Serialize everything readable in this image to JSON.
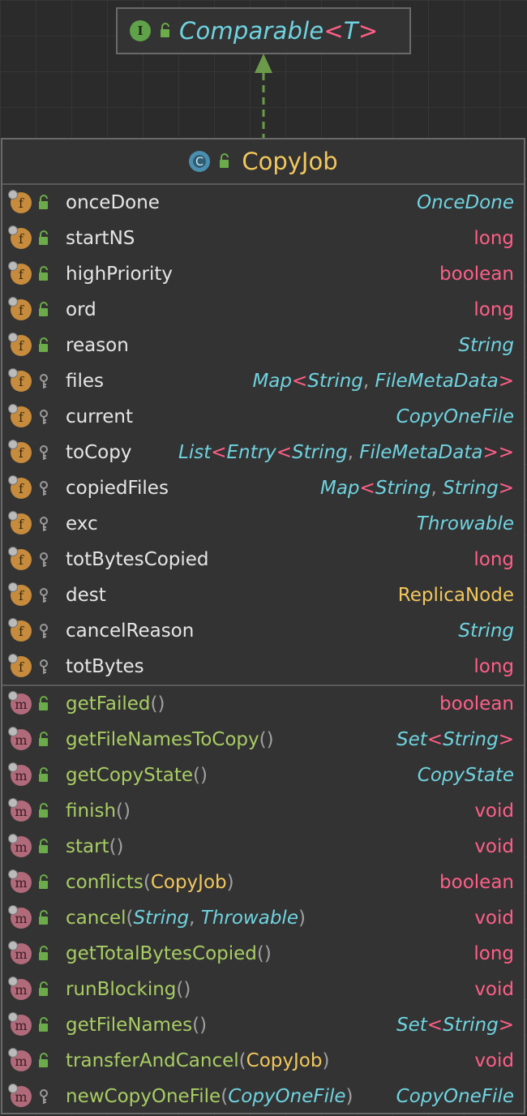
{
  "interface": {
    "name": "Comparable",
    "generic_open": "<",
    "type_param": "T",
    "generic_close": ">",
    "icon_letter": "I"
  },
  "class": {
    "name": "CopyJob",
    "icon_letter": "C"
  },
  "fields": [
    {
      "name": "onceDone",
      "visibility": "public",
      "type_parts": [
        {
          "t": "OnceDone",
          "c": "cyan",
          "i": true
        }
      ]
    },
    {
      "name": "startNS",
      "visibility": "public",
      "type_parts": [
        {
          "t": "long",
          "c": "pink",
          "i": false
        }
      ]
    },
    {
      "name": "highPriority",
      "visibility": "public",
      "type_parts": [
        {
          "t": "boolean",
          "c": "pink",
          "i": false
        }
      ]
    },
    {
      "name": "ord",
      "visibility": "public",
      "type_parts": [
        {
          "t": "long",
          "c": "pink",
          "i": false
        }
      ]
    },
    {
      "name": "reason",
      "visibility": "public",
      "type_parts": [
        {
          "t": "String",
          "c": "cyan",
          "i": true
        }
      ]
    },
    {
      "name": "files",
      "visibility": "private",
      "type_parts": [
        {
          "t": "Map",
          "c": "cyan",
          "i": true
        },
        {
          "t": "<",
          "c": "pink",
          "i": false
        },
        {
          "t": "String",
          "c": "cyan",
          "i": true
        },
        {
          "t": ", ",
          "c": "gray",
          "i": false
        },
        {
          "t": "FileMetaData",
          "c": "cyan",
          "i": true
        },
        {
          "t": ">",
          "c": "pink",
          "i": false
        }
      ]
    },
    {
      "name": "current",
      "visibility": "private",
      "type_parts": [
        {
          "t": "CopyOneFile",
          "c": "cyan",
          "i": true
        }
      ]
    },
    {
      "name": "toCopy",
      "visibility": "private",
      "type_parts": [
        {
          "t": "List",
          "c": "cyan",
          "i": true
        },
        {
          "t": "<",
          "c": "pink",
          "i": false
        },
        {
          "t": "Entry",
          "c": "cyan",
          "i": true
        },
        {
          "t": "<",
          "c": "pink",
          "i": false
        },
        {
          "t": "String",
          "c": "cyan",
          "i": true
        },
        {
          "t": ", ",
          "c": "gray",
          "i": false
        },
        {
          "t": "FileMetaData",
          "c": "cyan",
          "i": true
        },
        {
          "t": ">>",
          "c": "pink",
          "i": false
        }
      ]
    },
    {
      "name": "copiedFiles",
      "visibility": "private",
      "type_parts": [
        {
          "t": "Map",
          "c": "cyan",
          "i": true
        },
        {
          "t": "<",
          "c": "pink",
          "i": false
        },
        {
          "t": "String",
          "c": "cyan",
          "i": true
        },
        {
          "t": ", ",
          "c": "gray",
          "i": false
        },
        {
          "t": "String",
          "c": "cyan",
          "i": true
        },
        {
          "t": ">",
          "c": "pink",
          "i": false
        }
      ]
    },
    {
      "name": "exc",
      "visibility": "private",
      "type_parts": [
        {
          "t": "Throwable",
          "c": "cyan",
          "i": true
        }
      ]
    },
    {
      "name": "totBytesCopied",
      "visibility": "private",
      "type_parts": [
        {
          "t": "long",
          "c": "pink",
          "i": false
        }
      ]
    },
    {
      "name": "dest",
      "visibility": "private",
      "type_parts": [
        {
          "t": "ReplicaNode",
          "c": "yellow",
          "i": false
        }
      ]
    },
    {
      "name": "cancelReason",
      "visibility": "private",
      "type_parts": [
        {
          "t": "String",
          "c": "cyan",
          "i": true
        }
      ]
    },
    {
      "name": "totBytes",
      "visibility": "private",
      "type_parts": [
        {
          "t": "long",
          "c": "pink",
          "i": false
        }
      ]
    }
  ],
  "methods": [
    {
      "name_parts": [
        {
          "t": "getFailed",
          "c": "green",
          "i": false
        },
        {
          "t": "()",
          "c": "gray",
          "i": false
        }
      ],
      "visibility": "public",
      "type_parts": [
        {
          "t": "boolean",
          "c": "pink",
          "i": false
        }
      ]
    },
    {
      "name_parts": [
        {
          "t": "getFileNamesToCopy",
          "c": "green",
          "i": false
        },
        {
          "t": "()",
          "c": "gray",
          "i": false
        }
      ],
      "visibility": "public",
      "type_parts": [
        {
          "t": "Set",
          "c": "cyan",
          "i": true
        },
        {
          "t": "<",
          "c": "pink",
          "i": false
        },
        {
          "t": "String",
          "c": "cyan",
          "i": true
        },
        {
          "t": ">",
          "c": "pink",
          "i": false
        }
      ]
    },
    {
      "name_parts": [
        {
          "t": "getCopyState",
          "c": "green",
          "i": false
        },
        {
          "t": "()",
          "c": "gray",
          "i": false
        }
      ],
      "visibility": "public",
      "type_parts": [
        {
          "t": "CopyState",
          "c": "cyan",
          "i": true
        }
      ]
    },
    {
      "name_parts": [
        {
          "t": "finish",
          "c": "green",
          "i": false
        },
        {
          "t": "()",
          "c": "gray",
          "i": false
        }
      ],
      "visibility": "public",
      "type_parts": [
        {
          "t": "void",
          "c": "pink",
          "i": false
        }
      ]
    },
    {
      "name_parts": [
        {
          "t": "start",
          "c": "green",
          "i": false
        },
        {
          "t": "()",
          "c": "gray",
          "i": false
        }
      ],
      "visibility": "public",
      "type_parts": [
        {
          "t": "void",
          "c": "pink",
          "i": false
        }
      ]
    },
    {
      "name_parts": [
        {
          "t": "conflicts",
          "c": "green",
          "i": false
        },
        {
          "t": "(",
          "c": "gray",
          "i": false
        },
        {
          "t": "CopyJob",
          "c": "yellow",
          "i": false
        },
        {
          "t": ")",
          "c": "gray",
          "i": false
        }
      ],
      "visibility": "public",
      "type_parts": [
        {
          "t": "boolean",
          "c": "pink",
          "i": false
        }
      ]
    },
    {
      "name_parts": [
        {
          "t": "cancel",
          "c": "green",
          "i": false
        },
        {
          "t": "(",
          "c": "gray",
          "i": false
        },
        {
          "t": "String",
          "c": "cyan",
          "i": true
        },
        {
          "t": ", ",
          "c": "gray",
          "i": false
        },
        {
          "t": "Throwable",
          "c": "cyan",
          "i": true
        },
        {
          "t": ")",
          "c": "gray",
          "i": false
        }
      ],
      "visibility": "public",
      "type_parts": [
        {
          "t": "void",
          "c": "pink",
          "i": false
        }
      ]
    },
    {
      "name_parts": [
        {
          "t": "getTotalBytesCopied",
          "c": "green",
          "i": false
        },
        {
          "t": "()",
          "c": "gray",
          "i": false
        }
      ],
      "visibility": "public",
      "type_parts": [
        {
          "t": "long",
          "c": "pink",
          "i": false
        }
      ]
    },
    {
      "name_parts": [
        {
          "t": "runBlocking",
          "c": "green",
          "i": false
        },
        {
          "t": "()",
          "c": "gray",
          "i": false
        }
      ],
      "visibility": "public",
      "type_parts": [
        {
          "t": "void",
          "c": "pink",
          "i": false
        }
      ]
    },
    {
      "name_parts": [
        {
          "t": "getFileNames",
          "c": "green",
          "i": false
        },
        {
          "t": "()",
          "c": "gray",
          "i": false
        }
      ],
      "visibility": "public",
      "type_parts": [
        {
          "t": "Set",
          "c": "cyan",
          "i": true
        },
        {
          "t": "<",
          "c": "pink",
          "i": false
        },
        {
          "t": "String",
          "c": "cyan",
          "i": true
        },
        {
          "t": ">",
          "c": "pink",
          "i": false
        }
      ]
    },
    {
      "name_parts": [
        {
          "t": "transferAndCancel",
          "c": "green",
          "i": false
        },
        {
          "t": "(",
          "c": "gray",
          "i": false
        },
        {
          "t": "CopyJob",
          "c": "yellow",
          "i": false
        },
        {
          "t": ")",
          "c": "gray",
          "i": false
        }
      ],
      "visibility": "public",
      "type_parts": [
        {
          "t": "void",
          "c": "pink",
          "i": false
        }
      ]
    },
    {
      "name_parts": [
        {
          "t": "newCopyOneFile",
          "c": "green",
          "i": false
        },
        {
          "t": "(",
          "c": "gray",
          "i": false
        },
        {
          "t": "CopyOneFile",
          "c": "cyan",
          "i": true
        },
        {
          "t": ")",
          "c": "gray",
          "i": false
        }
      ],
      "visibility": "private",
      "type_parts": [
        {
          "t": "CopyOneFile",
          "c": "cyan",
          "i": true
        }
      ]
    }
  ],
  "colors": {
    "cyan": "#6fd3e0",
    "pink": "#ff5f87",
    "yellow": "#f2c75c",
    "green": "#a8cd63",
    "gray": "#a0a0a0",
    "white": "#e6e6e6",
    "arrow": "#6a9a4a"
  }
}
